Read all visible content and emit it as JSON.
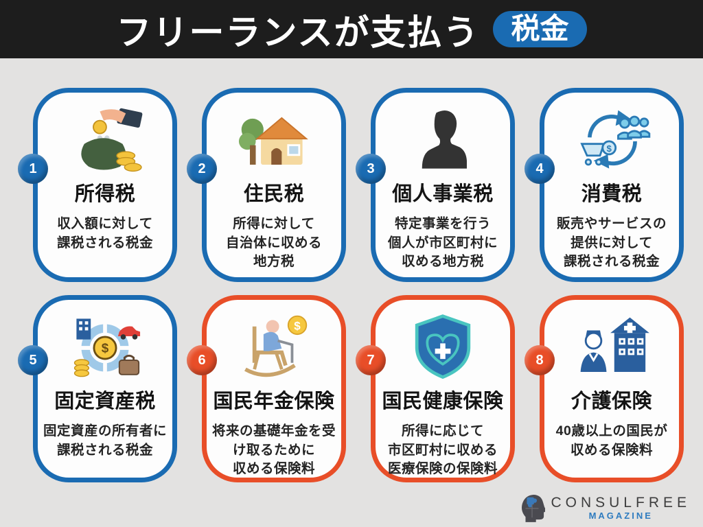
{
  "header": {
    "title": "フリーランスが支払う",
    "badge": "税金"
  },
  "colors": {
    "accent_blue": "#1a6bb2",
    "accent_orange": "#e84e28",
    "header_bg": "#1d1d1d",
    "background": "#e3e2e1",
    "card_bg": "#fdfdfd"
  },
  "cards": [
    {
      "number": "1",
      "title": "所得税",
      "desc_lines": [
        "収入額に対して",
        "課税される税金"
      ],
      "accent": "accent_blue",
      "icon": "purse-coin-icon"
    },
    {
      "number": "2",
      "title": "住民税",
      "desc_lines": [
        "所得に対して",
        "自治体に収める",
        "地方税"
      ],
      "accent": "accent_blue",
      "icon": "house-icon"
    },
    {
      "number": "3",
      "title": "個人事業税",
      "desc_lines": [
        "特定事業を行う",
        "個人が市区町村に",
        "収める地方税"
      ],
      "accent": "accent_blue",
      "icon": "person-silhouette-icon"
    },
    {
      "number": "4",
      "title": "消費税",
      "desc_lines": [
        "販売やサービスの",
        "提供に対して",
        "課税される税金"
      ],
      "accent": "accent_blue",
      "icon": "consumption-cycle-icon"
    },
    {
      "number": "5",
      "title": "固定資産税",
      "desc_lines": [
        "固定資産の所有者に",
        "課税される税金"
      ],
      "accent": "accent_blue",
      "icon": "fixed-assets-icon"
    },
    {
      "number": "6",
      "title": "国民年金保険",
      "desc_lines": [
        "将来の基礎年金を受",
        "け取るために",
        "収める保険料"
      ],
      "accent": "accent_orange",
      "icon": "pension-rocking-chair-icon"
    },
    {
      "number": "7",
      "title": "国民健康保険",
      "desc_lines": [
        "所得に応じて",
        "市区町村に収める",
        "医療保険の保険料"
      ],
      "accent": "accent_orange",
      "icon": "health-shield-icon"
    },
    {
      "number": "8",
      "title": "介護保険",
      "desc_lines": [
        "40歳以上の国民が",
        "収める保険料"
      ],
      "accent": "accent_orange",
      "icon": "nurse-hospital-icon"
    }
  ],
  "footer": {
    "brand": "CONSULFREE",
    "sub": "MAGAZINE"
  }
}
